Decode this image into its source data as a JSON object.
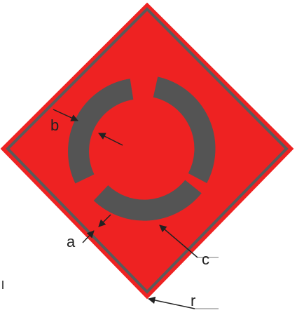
{
  "colors": {
    "background": "#ffffff",
    "diamond_fill": "#ee2222",
    "diamond_border": "#5a5a5a",
    "ring_segments": "#545454",
    "arrow": "#222222",
    "label_text": "#222222"
  },
  "labels": {
    "a": "a",
    "b": "b",
    "c": "c",
    "r": "r"
  }
}
